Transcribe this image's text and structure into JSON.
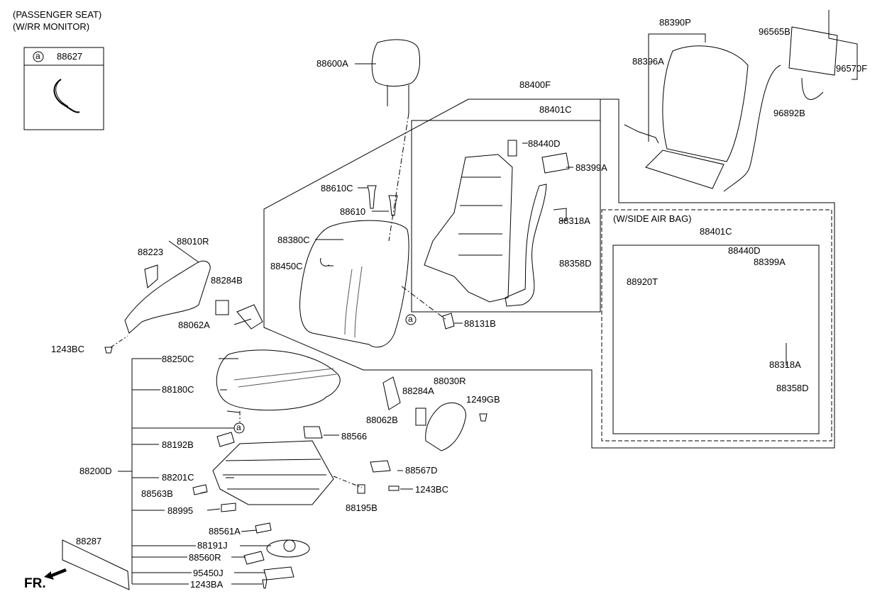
{
  "header": {
    "line1": "(PASSENGER SEAT)",
    "line2": "(W/RR MONITOR)"
  },
  "ref_box": {
    "symbol": "a",
    "part": "88627"
  },
  "side_airbag_title": "(W/SIDE AIR BAG)",
  "fr_label": "FR.",
  "callout_symbol": "a",
  "parts": {
    "p88600A": "88600A",
    "p88400F": "88400F",
    "p88401C": "88401C",
    "p88440D": "88440D",
    "p88399A": "88399A",
    "p88610C": "88610C",
    "p88610": "88610",
    "p88318A": "88318A",
    "p88380C": "88380C",
    "p88358D": "88358D",
    "p88450C": "88450C",
    "p88010R": "88010R",
    "p88223": "88223",
    "p88284B": "88284B",
    "p88062A": "88062A",
    "p88131B": "88131B",
    "p1243BC_a": "1243BC",
    "p88250C": "88250C",
    "p88180C": "88180C",
    "p88030R": "88030R",
    "p88284A": "88284A",
    "p1249GB": "1249GB",
    "p88062B": "88062B",
    "p88566": "88566",
    "p88192B": "88192B",
    "p88200D": "88200D",
    "p88201C": "88201C",
    "p88567D": "88567D",
    "p1243BC_b": "1243BC",
    "p88563B": "88563B",
    "p88195B": "88195B",
    "p88995": "88995",
    "p88561A": "88561A",
    "p88287": "88287",
    "p88191J": "88191J",
    "p88560R": "88560R",
    "p95450J": "95450J",
    "p1243BA": "1243BA",
    "p88390P": "88390P",
    "p88396A": "88396A",
    "p96565B": "96565B",
    "p96570F": "96570F",
    "p96892B": "96892B",
    "s88401C": "88401C",
    "s88440D": "88440D",
    "s88399A": "88399A",
    "s88920T": "88920T",
    "s88318A": "88318A",
    "s88358D": "88358D"
  }
}
